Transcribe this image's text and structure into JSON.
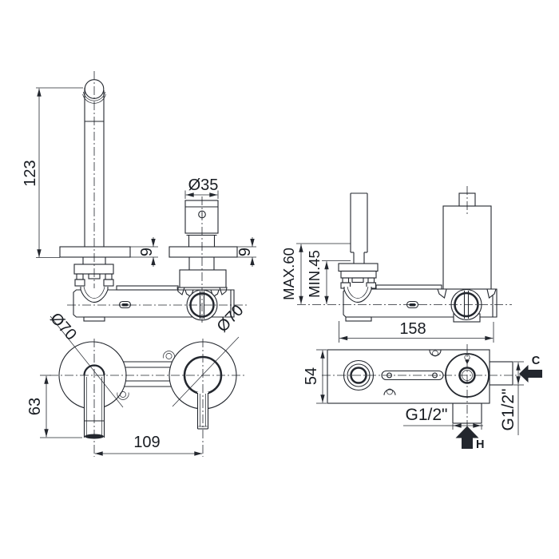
{
  "drawing": {
    "type": "faucet technical dimension drawing",
    "colors": {
      "line": "#23272e",
      "background": "#ffffff"
    },
    "spout_side_view": {
      "height": "123",
      "plate_thickness": "9"
    },
    "handle_side_view": {
      "diameter": "Ø35",
      "plate_thickness": "9"
    },
    "front_view": {
      "spout_escutcheon_diameter": "Ø70",
      "handle_escutcheon_diameter": "Ø70",
      "spout_drop": "63",
      "centres_distance": "109"
    },
    "rough_in_side_view": {
      "max_depth": "MAX.60",
      "min_depth": "MIN.45",
      "body_length": "158"
    },
    "rough_in_top_view": {
      "body_depth": "54",
      "hot_thread": "G1/2\"",
      "cold_thread": "G1/2\"",
      "cold_marker": "C",
      "hot_marker": "H"
    }
  }
}
